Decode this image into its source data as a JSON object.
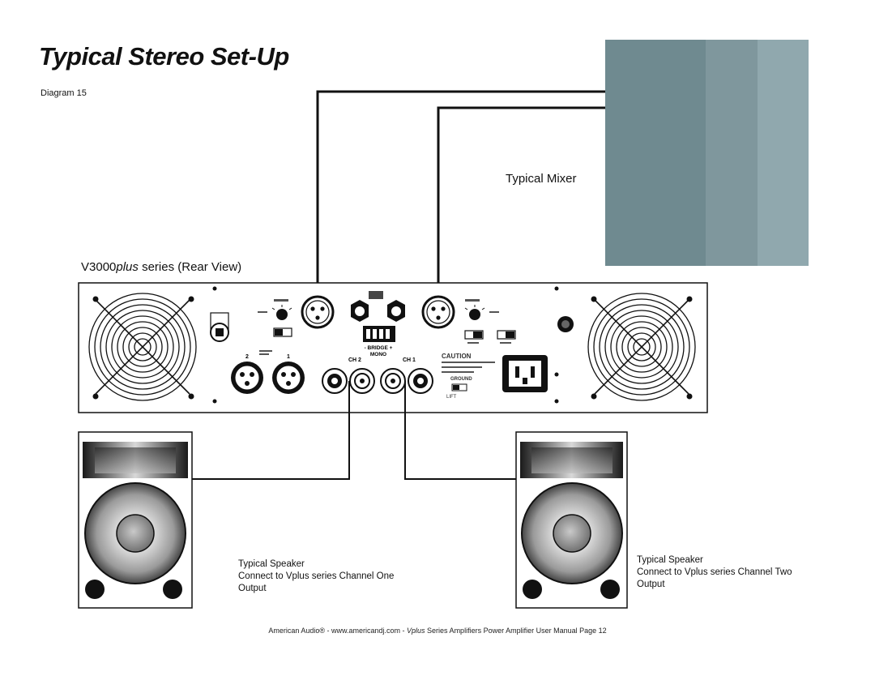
{
  "page": {
    "title": "Typical Stereo Set-Up",
    "diagram_label": "Diagram 15"
  },
  "mixer": {
    "label": "Typical Mixer"
  },
  "amplifier": {
    "model": "V3000",
    "model_suffix": "plus",
    "model_rest": " series (Rear View)",
    "panel_caution": "CAUTION",
    "panel_ch1": "CH 1",
    "panel_ch2": "CH 2",
    "panel_mono": "MONO",
    "panel_bridge": "- BRIDGE +",
    "panel_input_1": "1",
    "panel_input_2": "2",
    "panel_ground": "GROUND",
    "panel_lift": "LIFT"
  },
  "speaker_one": {
    "line1": "Typical Speaker",
    "line2": "Connect to Vplus series Channel One",
    "line3": "Output"
  },
  "speaker_two": {
    "line1": "Typical Speaker",
    "line2": "Connect to Vplus series Channel Two",
    "line3": "Output"
  },
  "footer": {
    "brand": "American Audio®",
    "sep1": " - ",
    "url": "www.americandj.com",
    "sep2": " - ",
    "product_italic": "Vplus",
    "product_rest": " Series Amplifiers Power Amplifier User Manual  Page 12"
  },
  "colors": {
    "mixer_left": "#6f8a90",
    "mixer_mid": "#7f979d",
    "mixer_right": "#90a8ae",
    "cable": "#111111"
  }
}
